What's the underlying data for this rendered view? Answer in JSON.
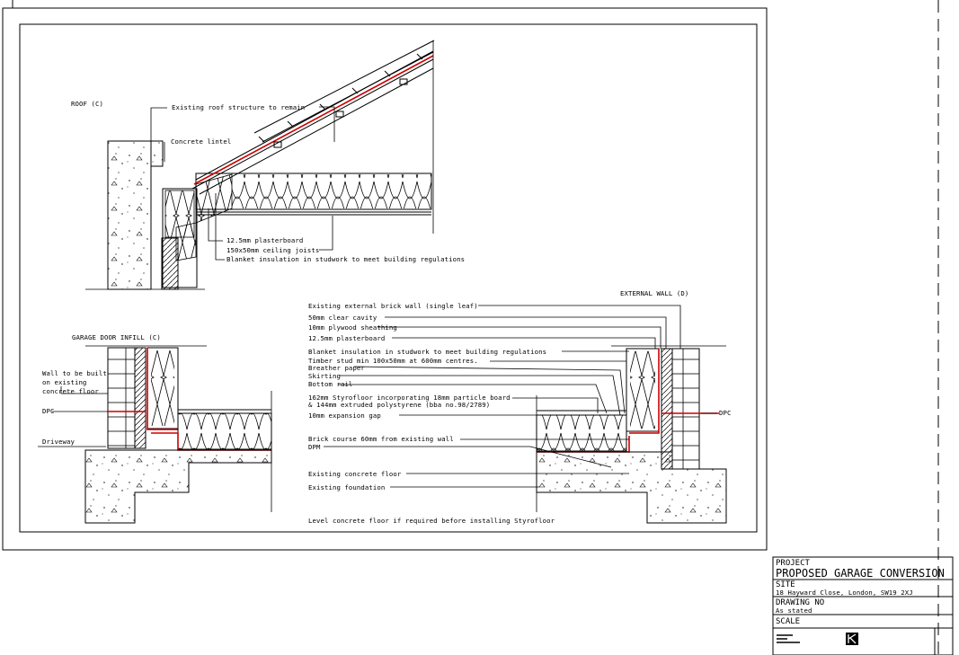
{
  "labels": {
    "roof_heading": "ROOF (C)",
    "existing_roof": "Existing roof structure to remain",
    "concrete_lintel": "Concrete lintel",
    "plasterboard_12": "12.5mm plasterboard",
    "ceiling_joists": "150x50mm ceiling joists",
    "blanket_roof": "Blanket insulation in studwork to meet building regulations",
    "garage_door": "GARAGE DOOR INFILL (C)",
    "wall_to_be_built_1": "Wall to be built",
    "wall_to_be_built_2": "on existing",
    "wall_to_be_built_3": "concrete floor",
    "dpc_left": "DPC",
    "driveway": "Driveway",
    "external_wall": "EXTERNAL WALL (D)",
    "existing_brick": "Existing external brick wall (single leaf)",
    "clear_cavity": "50mm clear cavity",
    "plywood": "10mm plywood sheathing",
    "plasterboard_wall": "12.5mm plasterboard",
    "blanket_wall": "Blanket insulation in studwork to meet building regulations",
    "timber_stud": "Timber stud min 100x50mm at 600mm centres.",
    "breather": "Breather paper",
    "skirting": "Skirting",
    "bottom_rail": "Bottom rail",
    "styrofloor_1": "162mm Styrofloor incorporating 18mm particle board",
    "styrofloor_2": "& 144mm extruded polystyrene (bba no.98/2789)",
    "expansion_gap": "10mm expansion gap",
    "brick_course": "Brick course 60mm from existing wall",
    "dpm": "DPM",
    "existing_floor": "Existing concrete floor",
    "existing_foundation": "Existing foundation",
    "level_note": "Level concrete floor if required before installing Styrofloor",
    "dpc_right": "DPC"
  },
  "title_block": {
    "project_label": "PROJECT",
    "project_name": "PROPOSED GARAGE CONVERSION",
    "site_label": "SITE",
    "site_address": "18 Hayward Close, London, SW19 2XJ",
    "drawing_no_label": "DRAWING NO",
    "drawing_no_value": "As stated",
    "scale_label": "SCALE"
  },
  "colors": {
    "line": "#000000",
    "membrane": "#cc0000",
    "background": "#ffffff"
  }
}
